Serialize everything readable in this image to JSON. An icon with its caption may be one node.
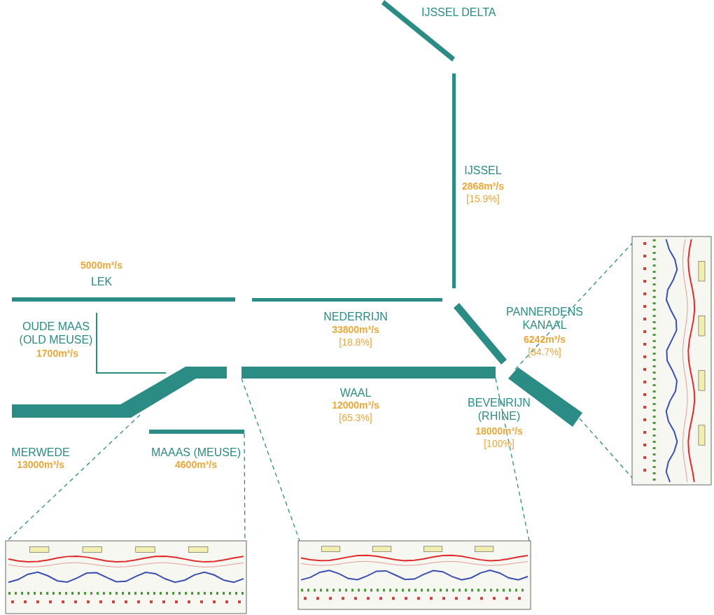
{
  "diagram": {
    "nodes": [
      {
        "text": [],
        "shape": "bar",
        "beside": [
          "IJSSEL DELTA"
        ]
      },
      {
        "text": [],
        "shape": "bar",
        "beside": [
          "IJSSEL",
          "2868m³/s",
          "[15.9%]"
        ]
      },
      {
        "text": [],
        "shape": "bar",
        "beside": [
          "5000m³/s",
          "LEK"
        ]
      },
      {
        "text": [],
        "shape": "bar",
        "beside": [
          "NEDERRIJN",
          "33800m³/s",
          "[18.8%]"
        ]
      },
      {
        "text": [],
        "shape": "bar",
        "beside": [
          "OUDE MAAS (OLD MEUSE)",
          "1700m³/s"
        ]
      },
      {
        "text": [],
        "shape": "bar",
        "beside": [
          "PANNERDENS KANAAL",
          "6242m³/s",
          "[34.7%]"
        ]
      },
      {
        "text": [],
        "shape": "bar",
        "beside": [
          "WAAL",
          "12000m³/s",
          "[65.3%]"
        ]
      },
      {
        "text": [],
        "shape": "bar",
        "beside": [
          "MERWEDE",
          "13000m³/s"
        ]
      },
      {
        "text": [],
        "shape": "bar",
        "beside": [
          "MAAAS (MEUSE)",
          "4600m³/s"
        ]
      },
      {
        "text": [],
        "shape": "bar",
        "beside": [
          "BEVENRIJN (RHINE)",
          "18000m³/s",
          "[100%]"
        ]
      },
      {
        "text": [],
        "shape": "picture"
      },
      {
        "text": [],
        "shape": "picture"
      },
      {
        "text": [],
        "shape": "picture"
      }
    ],
    "edges": [
      {
        "from": 7,
        "to": 10,
        "arrow": "none",
        "style": "dashed"
      },
      {
        "from": 8,
        "to": 10,
        "arrow": "none",
        "style": "dashed"
      },
      {
        "from": 6,
        "to": 11,
        "arrow": "none",
        "style": "dashed"
      },
      {
        "from": 6,
        "to": 11,
        "arrow": "none",
        "style": "dashed"
      },
      {
        "from": 9,
        "to": 12,
        "arrow": "none",
        "style": "dashed"
      },
      {
        "from": 9,
        "to": 12,
        "arrow": "none",
        "style": "dashed"
      }
    ]
  }
}
